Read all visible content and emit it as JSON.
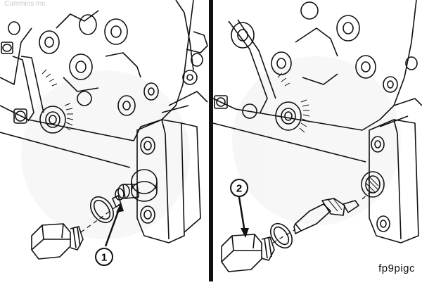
{
  "watermark": {
    "text": "Cummins Inc"
  },
  "figure": {
    "code": "fp9pigc"
  },
  "callouts": [
    {
      "label": "1"
    },
    {
      "label": "2"
    }
  ]
}
